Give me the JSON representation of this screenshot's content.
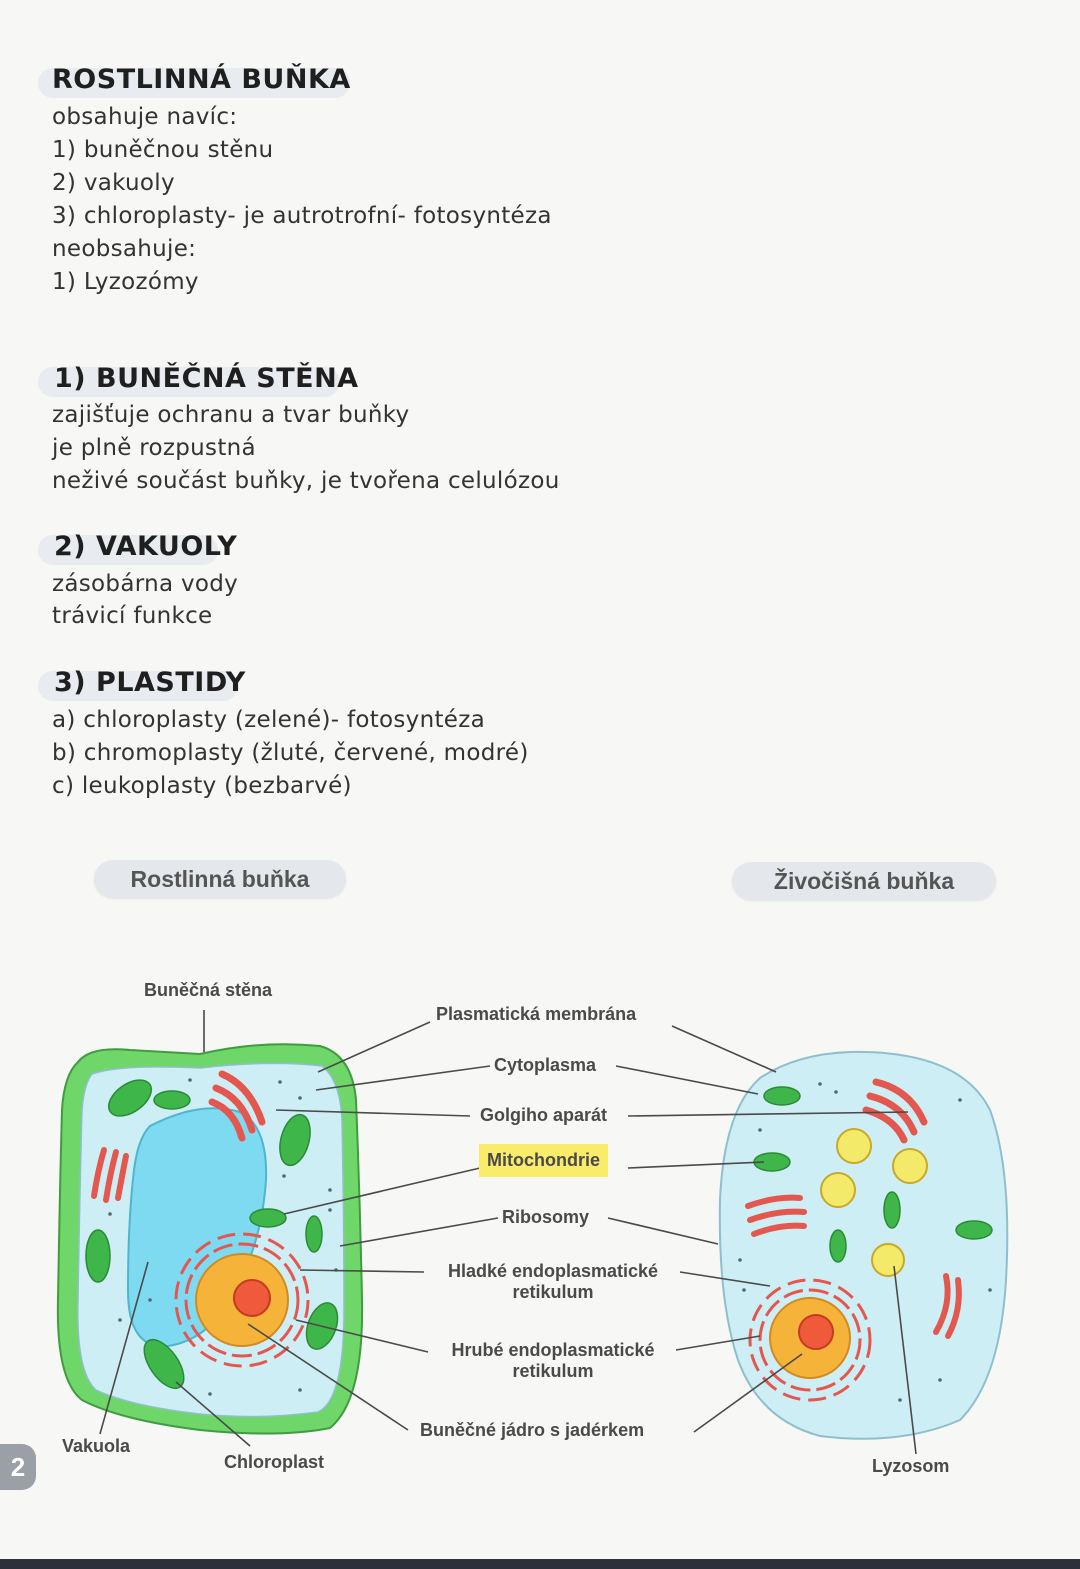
{
  "notes": {
    "sections": [
      {
        "heading": "ROSTLINNÁ BUŇKA",
        "lines": [
          "obsahuje navíc:",
          "1) buněčnou stěnu",
          "2) vakuoly",
          "3) chloroplasty- je autrotrofní- fotosyntéza",
          "neobsahuje:",
          "1) Lyzozómy"
        ]
      },
      {
        "heading": "1) BUNĚČNÁ STĚNA",
        "lines": [
          "zajišťuje ochranu a tvar buňky",
          "je plně rozpustná",
          "neživé součást buňky, je tvořena celulózou"
        ]
      },
      {
        "heading": "2) VAKUOLY",
        "lines": [
          "zásobárna vody",
          "trávicí funkce"
        ]
      },
      {
        "heading": "3) PLASTIDY",
        "lines": [
          "a) chloroplasty (zelené)- fotosyntéza",
          "b) chromoplasty (žluté, červené, modré)",
          "c) leukoplasty (bezbarvé)"
        ]
      }
    ]
  },
  "diagram": {
    "plant_title": "Rostlinná buňka",
    "animal_title": "Živočišná buňka",
    "labels": {
      "cell_wall": "Buněčná stěna",
      "plasma_membrane": "Plasmatická membrána",
      "cytoplasm": "Cytoplasma",
      "golgi": "Golgiho aparát",
      "mitochondria": "Mitochondrie",
      "ribosomes": "Ribosomy",
      "smooth_er_1": "Hladké endoplasmatické",
      "smooth_er_2": "retikulum",
      "rough_er_1": "Hrubé endoplasmatické",
      "rough_er_2": "retikulum",
      "nucleus": "Buněčné jádro s jadérkem",
      "vacuole": "Vakuola",
      "chloroplast": "Chloroplast",
      "lysosome": "Lyzosom"
    },
    "colors": {
      "cell_wall": "#6fd66a",
      "cytoplasm": "#cdeef4",
      "vacuole": "#7ddaf0",
      "chloroplast": "#3fb64a",
      "mitochondria": "#e4574f",
      "nucleus": "#f5b33a",
      "nucleolus": "#ee5a3a",
      "lysosome": "#f4ea6a",
      "highlight": "#f8ec6a"
    }
  },
  "page": {
    "number": "2"
  }
}
